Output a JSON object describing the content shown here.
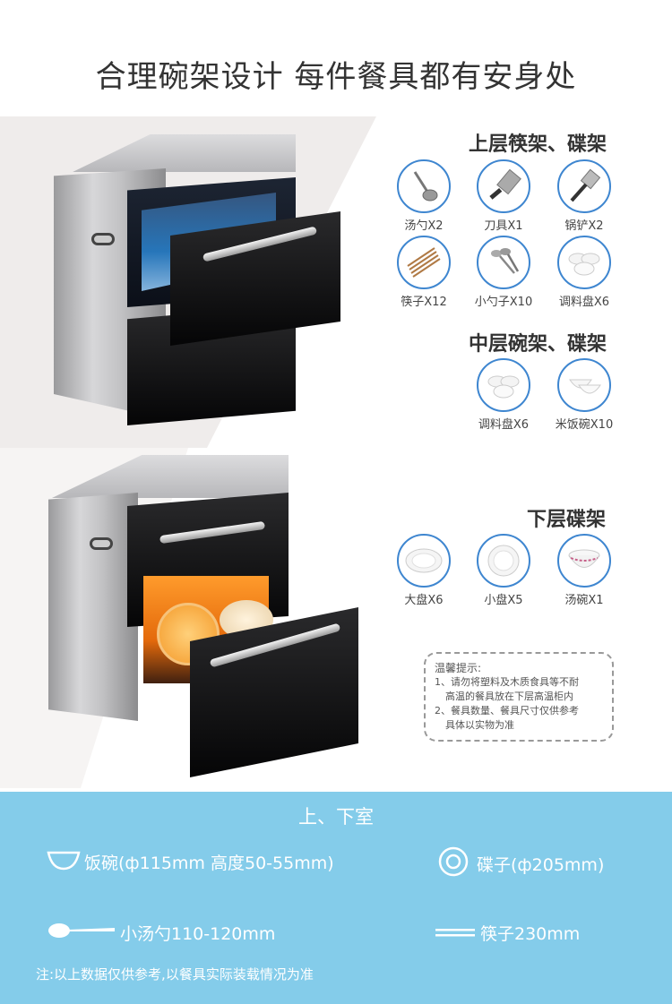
{
  "header": {
    "title": "合理碗架设计  每件餐具都有安身处"
  },
  "upper": {
    "title": "上层筷架、碟架",
    "items": [
      {
        "label": "汤勺X2",
        "icon": "ladle-icon"
      },
      {
        "label": "刀具X1",
        "icon": "knife-icon"
      },
      {
        "label": "锅铲X2",
        "icon": "spatula-icon"
      },
      {
        "label": "筷子X12",
        "icon": "chopsticks-icon"
      },
      {
        "label": "小勺子X10",
        "icon": "spoons-icon"
      },
      {
        "label": "调料盘X6",
        "icon": "sauce-dish-icon"
      }
    ]
  },
  "middle": {
    "title": "中层碗架、碟架",
    "items": [
      {
        "label": "调料盘X6",
        "icon": "sauce-dish-icon"
      },
      {
        "label": "米饭碗X10",
        "icon": "rice-bowl-icon"
      }
    ]
  },
  "lower": {
    "title": "下层碟架",
    "items": [
      {
        "label": "大盘X6",
        "icon": "large-plate-icon"
      },
      {
        "label": "小盘X5",
        "icon": "small-plate-icon"
      },
      {
        "label": "汤碗X1",
        "icon": "soup-bowl-icon"
      }
    ]
  },
  "tips": {
    "title": "温馨提示:",
    "line1": "1、请勿将塑料及木质食具等不耐",
    "line1b": "高温的餐具放在下层高温柜内",
    "line2": "2、餐具数量、餐具尺寸仅供参考",
    "line2b": "具体以实物为准"
  },
  "specs": {
    "title": "上、下室",
    "bowl": "饭碗(ф115mm  高度50-55mm)",
    "plate": "碟子(ф205mm)",
    "spoon": "小汤勺110-120mm",
    "chopsticks": "筷子230mm",
    "note": "注:以上数据仅供参考,以餐具实际装载情况为准"
  },
  "colors": {
    "accent_blue": "#3e86d0",
    "band_blue": "#84ccea"
  }
}
